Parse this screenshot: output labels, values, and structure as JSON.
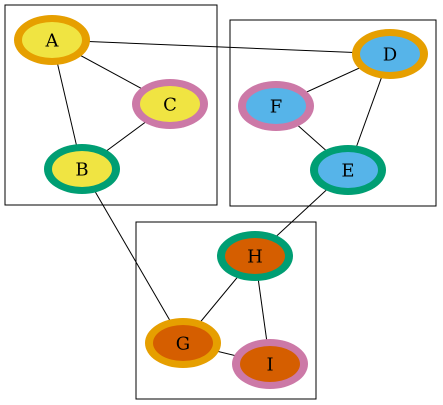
{
  "diagram": {
    "clusters": [
      {
        "id": "cluster-top-left",
        "members": [
          "A",
          "B",
          "C"
        ]
      },
      {
        "id": "cluster-top-right",
        "members": [
          "D",
          "E",
          "F"
        ]
      },
      {
        "id": "cluster-bottom",
        "members": [
          "G",
          "H",
          "I"
        ]
      }
    ],
    "nodes": [
      {
        "id": "A",
        "label": "A",
        "outer_color": "#E69F00",
        "inner_color": "#F0E442"
      },
      {
        "id": "B",
        "label": "B",
        "outer_color": "#009E73",
        "inner_color": "#F0E442"
      },
      {
        "id": "C",
        "label": "C",
        "outer_color": "#CC79A7",
        "inner_color": "#F0E442"
      },
      {
        "id": "D",
        "label": "D",
        "outer_color": "#E69F00",
        "inner_color": "#56B4E9"
      },
      {
        "id": "E",
        "label": "E",
        "outer_color": "#009E73",
        "inner_color": "#56B4E9"
      },
      {
        "id": "F",
        "label": "F",
        "outer_color": "#CC79A7",
        "inner_color": "#56B4E9"
      },
      {
        "id": "G",
        "label": "G",
        "outer_color": "#E69F00",
        "inner_color": "#D55E00"
      },
      {
        "id": "H",
        "label": "H",
        "outer_color": "#009E73",
        "inner_color": "#D55E00"
      },
      {
        "id": "I",
        "label": "I",
        "outer_color": "#CC79A7",
        "inner_color": "#D55E00"
      }
    ],
    "edges": [
      {
        "from": "A",
        "to": "D"
      },
      {
        "from": "A",
        "to": "B"
      },
      {
        "from": "A",
        "to": "C"
      },
      {
        "from": "C",
        "to": "B"
      },
      {
        "from": "D",
        "to": "F"
      },
      {
        "from": "D",
        "to": "E"
      },
      {
        "from": "F",
        "to": "E"
      },
      {
        "from": "E",
        "to": "H"
      },
      {
        "from": "B",
        "to": "G"
      },
      {
        "from": "H",
        "to": "G"
      },
      {
        "from": "H",
        "to": "I"
      },
      {
        "from": "G",
        "to": "I"
      }
    ]
  }
}
